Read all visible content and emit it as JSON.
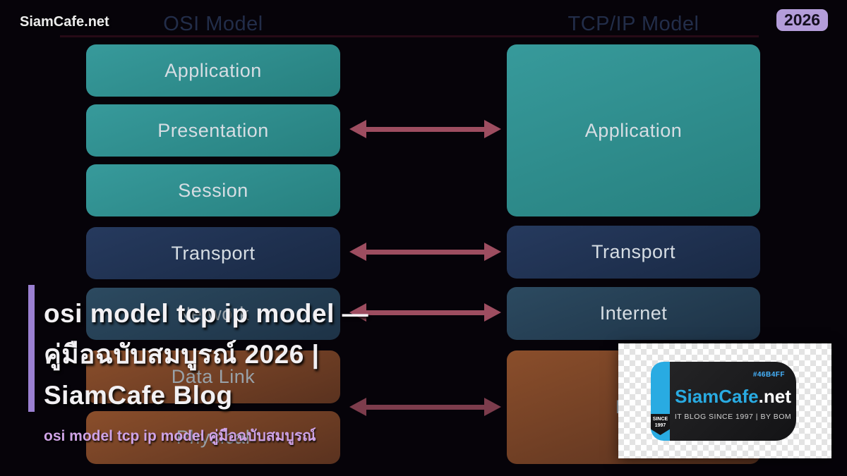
{
  "watermark": "SiamCafe.net",
  "badge": "2026",
  "columns": {
    "osi": {
      "heading": "OSI Model",
      "layers": [
        {
          "label": "Application"
        },
        {
          "label": "Presentation"
        },
        {
          "label": "Session"
        },
        {
          "label": "Transport"
        },
        {
          "label": "Network"
        },
        {
          "label": "Data Link"
        },
        {
          "label": "Physical"
        }
      ]
    },
    "tcpip": {
      "heading": "TCP/IP Model",
      "layers": [
        {
          "label": "Application"
        },
        {
          "label": "Transport"
        },
        {
          "label": "Internet"
        },
        {
          "label": "Link"
        }
      ]
    }
  },
  "overlay": {
    "title_line1": "osi model tcp ip model —",
    "title_line2": "คู่มือฉบับสมบูรณ์ 2026 |",
    "title_line3": "SiamCafe Blog",
    "subtitle": "osi model tcp ip model คู่มือฉบับสมบูรณ์"
  },
  "logo": {
    "hex_code": "#46B4FF",
    "brand": "SiamCafe",
    "brand_suffix": ".net",
    "tagline": "IT BLOG SINCE 1997 | BY BOM",
    "ribbon_line1": "SINCE",
    "ribbon_line2": "1997"
  },
  "palette": {
    "background": "#060309",
    "teal_layer": "#2e8f8f",
    "navy_layer": "#20314f",
    "slate_layer": "#27425a",
    "brown_layer": "#7a4527",
    "arrow": "#9d4d60",
    "arrow_bottom": "#7c3c4c",
    "badge_bg": "#b49dda",
    "accent_bar": "#9a7fd1",
    "subtitle_text": "#cfa3e6",
    "logo_blue": "#29abe2",
    "heading_text": "#222d49"
  }
}
